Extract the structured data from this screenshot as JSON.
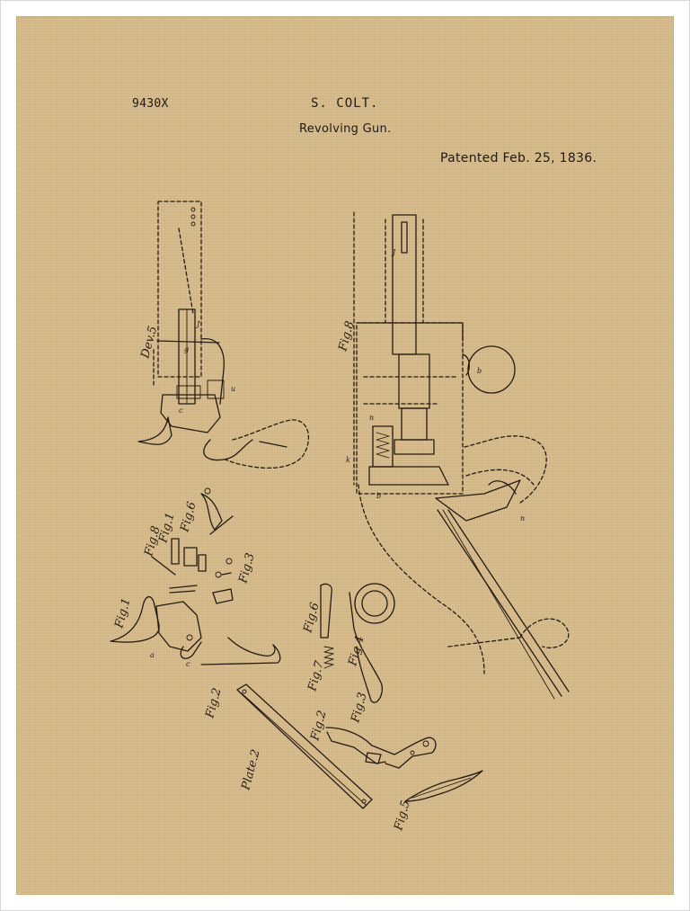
{
  "header": {
    "reference_number": "9430X",
    "inventor": "S. COLT.",
    "invention_title": "Revolving Gun.",
    "patent_date": "Patented Feb. 25, 1836."
  },
  "drawing_labels": {
    "dev5": "Dev.5",
    "fig8_main": "Fig.8",
    "fig8_small": "Fig.8",
    "fig1_small": "Fig.1",
    "fig6_small": "Fig.6",
    "fig3_small": "Fig.3",
    "fig1": "Fig.1",
    "fig2_left": "Fig.2",
    "fig6": "Fig.6",
    "fig4": "Fig.4",
    "fig7": "Fig.7",
    "fig3": "Fig.3",
    "fig2_mid": "Fig.2",
    "plate2": "Plate.2",
    "fig5": "Fig.5"
  },
  "colors": {
    "paper": "#d8bc8a",
    "ink": "#231c14",
    "frame": "#ffffff"
  }
}
